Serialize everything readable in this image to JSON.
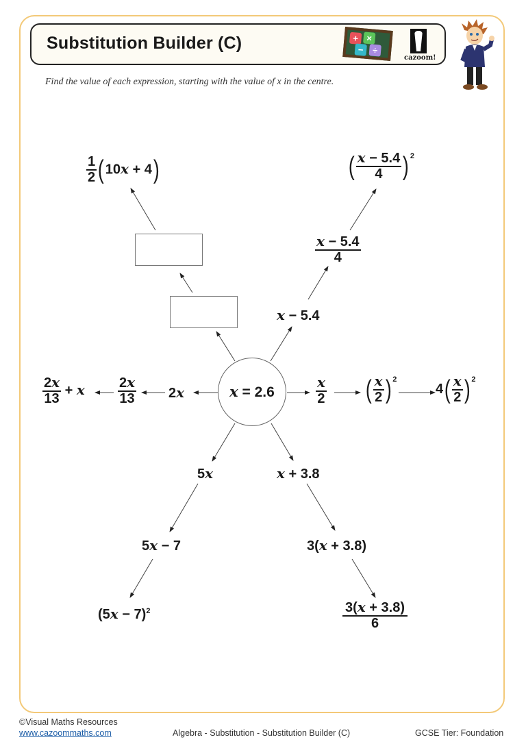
{
  "header": {
    "title": "Substitution Builder (C)",
    "logo_text": "cazoom!",
    "board_tiles": [
      {
        "symbol": "+",
        "color": "#e8525a"
      },
      {
        "symbol": "×",
        "color": "#5cc35a"
      },
      {
        "symbol": "−",
        "color": "#35b8c9"
      },
      {
        "symbol": "÷",
        "color": "#a98be0"
      }
    ]
  },
  "instructions": "Find the value of each expression, starting with the value of x in the centre.",
  "center": {
    "var": "x",
    "eq": " = 2.6"
  },
  "branches": {
    "up_left": {
      "boxes": [
        "",
        ""
      ],
      "top": {
        "coef_num": "1",
        "coef_den": "2",
        "inner": "10",
        "var": "x",
        "rest": " + 4"
      }
    },
    "up_right": {
      "step1": {
        "var": "x",
        "rest": " − 5.4"
      },
      "step2": {
        "num_var": "x",
        "num_rest": " − 5.4",
        "den": "4"
      },
      "step3": {
        "num_var": "x",
        "num_rest": " − 5.4",
        "den": "4",
        "power": "2"
      }
    },
    "left": {
      "step1": {
        "coef": "2",
        "var": "x"
      },
      "step2": {
        "num_coef": "2",
        "num_var": "x",
        "den": "13"
      },
      "step3": {
        "num_coef": "2",
        "num_var": "x",
        "den": "13",
        "plus": " + ",
        "var": "x"
      }
    },
    "right": {
      "step1": {
        "num_var": "x",
        "den": "2"
      },
      "step2": {
        "num_var": "x",
        "den": "2",
        "power": "2"
      },
      "step3": {
        "coef": "4",
        "num_var": "x",
        "den": "2",
        "power": "2"
      }
    },
    "down_left": {
      "step1": {
        "coef": "5",
        "var": "x"
      },
      "step2": {
        "coef": "5",
        "var": "x",
        "rest": " − 7"
      },
      "step3": {
        "open": "(5",
        "var": "x",
        "rest": " − 7)",
        "power": "2"
      }
    },
    "down_right": {
      "step1": {
        "var": "x",
        "rest": " + 3.8"
      },
      "step2": {
        "open": "3(",
        "var": "x",
        "rest": " + 3.8)"
      },
      "step3": {
        "num_open": "3(",
        "num_var": "x",
        "num_rest": " + 3.8)",
        "den": "6"
      }
    }
  },
  "footer": {
    "copyright": "©Visual Maths Resources",
    "link": "www.cazoommaths.com",
    "topic": "Algebra - Substitution - Substitution Builder (C)",
    "tier": "GCSE Tier: Foundation"
  },
  "colors": {
    "frame_border": "#f3c978",
    "header_bg": "#fdfbf3",
    "link": "#1f5fa8"
  }
}
